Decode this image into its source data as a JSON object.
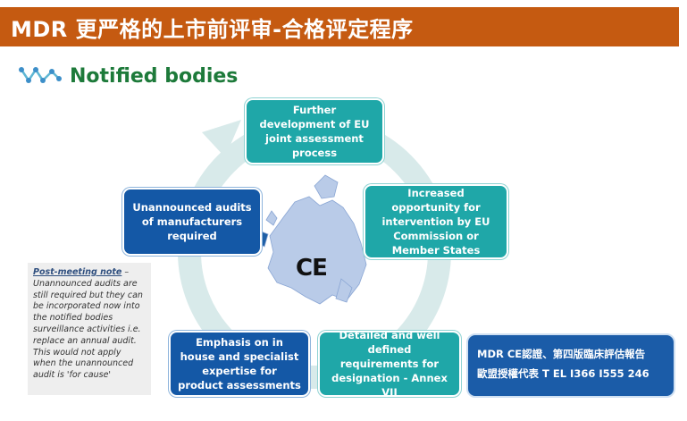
{
  "header": {
    "title": "MDR 更严格的上市前评审-合格评定程序"
  },
  "subtitle": {
    "text": "Notified bodies",
    "icon": "molecule-icon",
    "color": "#1d7a3a"
  },
  "colors": {
    "title_bar": "#c55a11",
    "teal_box": "#1fa7a8",
    "navy_box": "#1458a6",
    "cycle_arrow": "#d8eaea"
  },
  "cycle": {
    "top": "Further development of EU joint assessment process",
    "right": "Increased opportunity for intervention by EU Commission or Member States",
    "bottom_right": "Detailed and well defined requirements for designation - Annex VII",
    "bottom_left": "Emphasis on in house and specialist expertise for product assessments",
    "left": "Unannounced audits of manufacturers required"
  },
  "center": {
    "mark": "CE",
    "image": "europe-map"
  },
  "note": {
    "heading": "Post-meeting note",
    "body": " – Unannounced audits are still required but they can be incorporated now into the notified bodies surveillance activities i.e. replace an annual audit. This would not apply when the unannounced audit is 'for cause'"
  },
  "representative": {
    "line1": "MDR CE認證、第四版臨床評估報告",
    "line2": "歐盟授權代表  T EL I366 I555 246"
  }
}
